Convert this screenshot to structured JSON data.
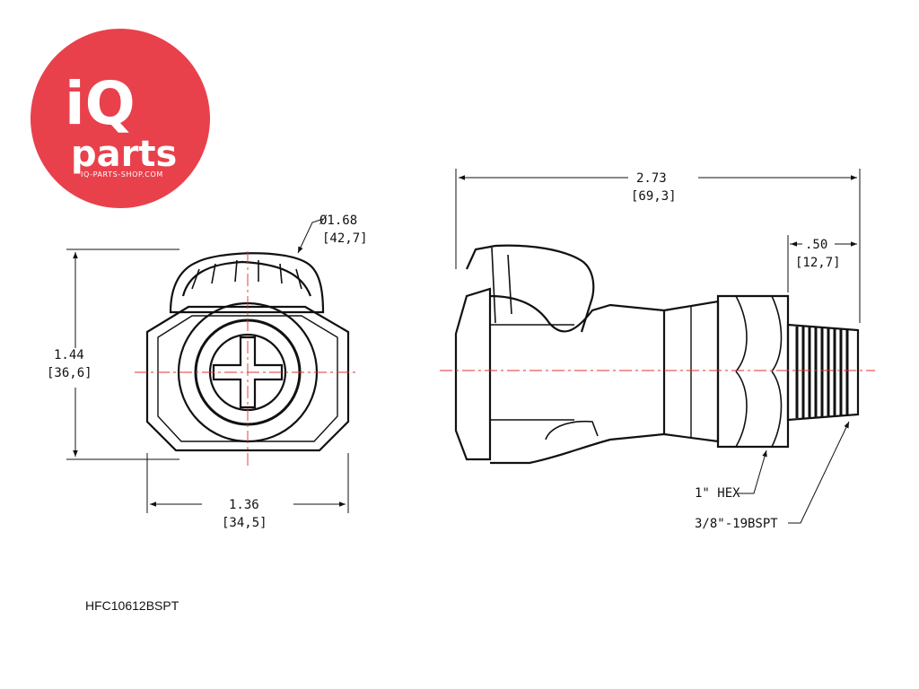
{
  "logo": {
    "line1": "iQ",
    "line2": "parts",
    "tagline": "IQ-PARTS-SHOP.COM",
    "color": "#e8414c"
  },
  "front_view": {
    "diameter": "Ø1.68",
    "diameter_mm": "[42,7]",
    "height": "1.44",
    "height_mm": "[36,6]",
    "width": "1.36",
    "width_mm": "[34,5]"
  },
  "side_view": {
    "length": "2.73",
    "length_mm": "[69,3]",
    "thread_len": ".50",
    "thread_len_mm": "[12,7]",
    "hex_label": "1\" HEX",
    "thread_label": "3/8\"-19BSPT"
  },
  "part_number": "HFC10612BSPT"
}
